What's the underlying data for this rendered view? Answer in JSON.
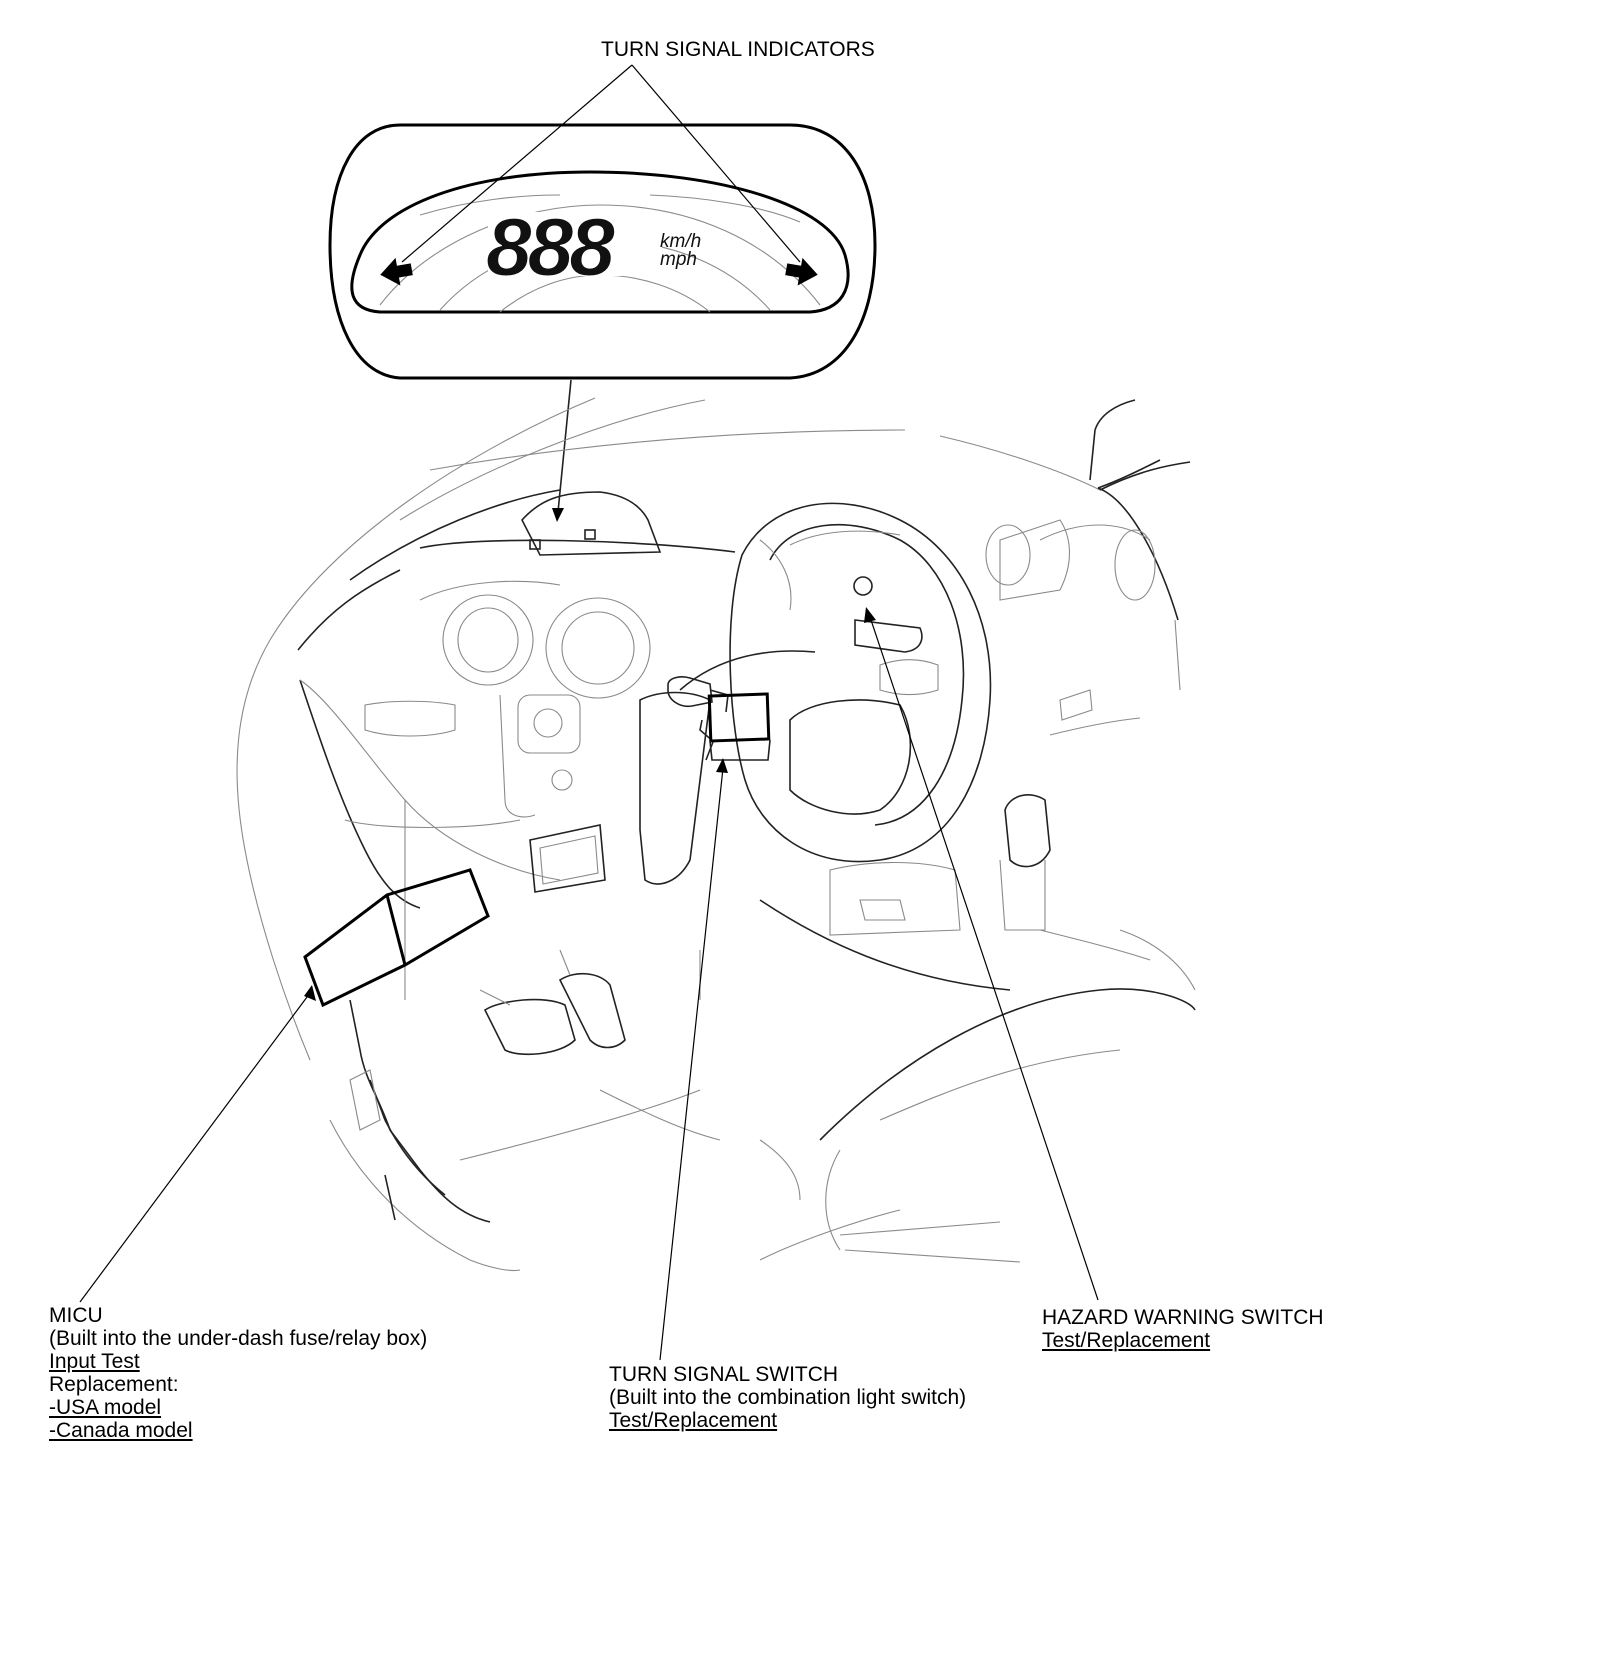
{
  "labels": {
    "turn_signal_indicators": "TURN SIGNAL INDICATORS",
    "micu": {
      "title": "MICU",
      "note": "(Built into the under-dash fuse/relay box)",
      "input_test": "Input Test",
      "replacement": "Replacement:",
      "usa_model": "-USA model",
      "canada_model": "-Canada model"
    },
    "turn_signal_switch": {
      "title": "TURN SIGNAL SWITCH",
      "note": "(Built into the combination light switch)",
      "test_replacement": "Test/Replacement"
    },
    "hazard_warning_switch": {
      "title": "HAZARD WARNING SWITCH",
      "test_replacement": "Test/Replacement"
    }
  },
  "gauge": {
    "digits": "888",
    "unit_kmh": "km/h",
    "unit_mph": "mph"
  },
  "icons": [
    "left-arrow-icon",
    "right-arrow-icon"
  ]
}
